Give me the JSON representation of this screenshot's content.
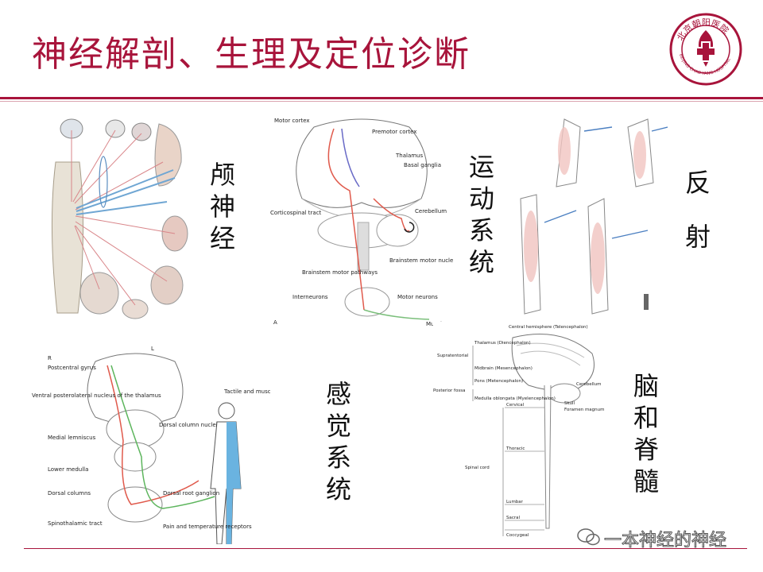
{
  "title": "神经解剖、生理及定位诊断",
  "logo": {
    "text": "北京朝阳医院",
    "en": "BEIJING CHAO-YANG HOSPITAL"
  },
  "labels": {
    "cranial": [
      "颅",
      "神",
      "经"
    ],
    "motor": [
      "运",
      "动",
      "系",
      "统"
    ],
    "reflex": [
      "反",
      "射"
    ],
    "sensory": [
      "感",
      "觉",
      "系",
      "统"
    ],
    "brain": [
      "脑",
      "和",
      "脊",
      "髓"
    ]
  },
  "motor_fig": {
    "motor_cortex": "Motor cortex",
    "premotor": "Premotor cortex",
    "thalamus": "Thalamus",
    "basal_ganglia": "Basal ganglia",
    "corticospinal": "Corticospinal tract",
    "cerebellum": "Cerebellum",
    "brainstem_nuclei": "Brainstem motor nuclei",
    "brainstem_pathways": "Brainstem motor pathways",
    "interneurons": "Interneurons",
    "motor_neurons": "Motor neurons",
    "muscle": "Muscle",
    "panel": "A"
  },
  "sensory_fig": {
    "r": "R",
    "l": "L",
    "postcentral": "Postcentral gyrus",
    "vpl": "Ventral posterolateral nucleus of the thalamus",
    "medial_lemniscus": "Medial lemniscus",
    "dorsal_column_nuclei": "Dorsal column nuclei",
    "lower_medulla": "Lower medulla",
    "dorsal_columns": "Dorsal columns",
    "dorsal_root": "Dorsal root ganglion",
    "spinothalamic": "Spinothalamic tract",
    "pain": "Pain and temperature receptors",
    "tactile": "Tactile and muscle receptors"
  },
  "brain_fig": {
    "central": "Central hemisphere (Telencephalon)",
    "thalamus": "Thalamus (Diencephalon)",
    "supratentorial": "Supratentorial",
    "midbrain": "Midbrain (Mesencephalon)",
    "posterior_fossa": "Posterior fossa",
    "pons": "Pons (Metencephalon)",
    "medulla": "Medulla oblongata (Myelencephalon)",
    "cerebellum": "Cerebellum",
    "skull": "Skull",
    "foramen": "Foramen magnum",
    "cervical": "Cervical",
    "thoracic": "Thoracic",
    "spinal_cord": "Spinal cord",
    "lumbar": "Lumbar",
    "sacral": "Sacral",
    "coccygeal": "Coccygeal"
  },
  "watermark": "一本神经的神经"
}
